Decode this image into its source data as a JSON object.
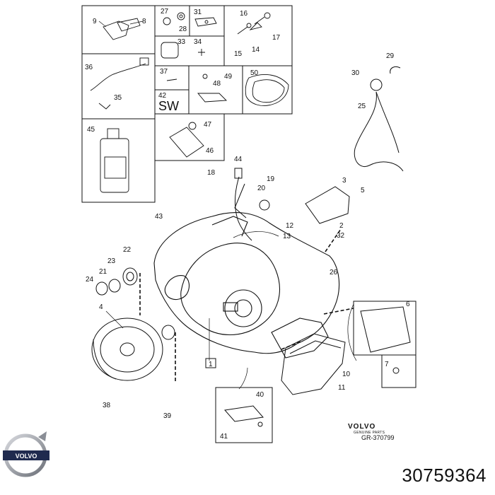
{
  "callouts": [
    "1",
    "2",
    "3",
    "4",
    "5",
    "6",
    "7",
    "8",
    "9",
    "10",
    "11",
    "12",
    "13",
    "14",
    "15",
    "16",
    "17",
    "18",
    "19",
    "20",
    "21",
    "22",
    "23",
    "24",
    "25",
    "26",
    "27",
    "28",
    "29",
    "30",
    "31",
    "32",
    "33",
    "34",
    "35",
    "36",
    "37",
    "38",
    "39",
    "40",
    "41",
    "42",
    "43",
    "44",
    "45",
    "46",
    "47",
    "48",
    "49",
    "50"
  ],
  "sw_label": "SW",
  "brand": "VOLVO",
  "brand_sub": "GENUINE PARTS",
  "ref": "GR-370799",
  "logo_text": "VOLVO",
  "part_number": "30759364"
}
